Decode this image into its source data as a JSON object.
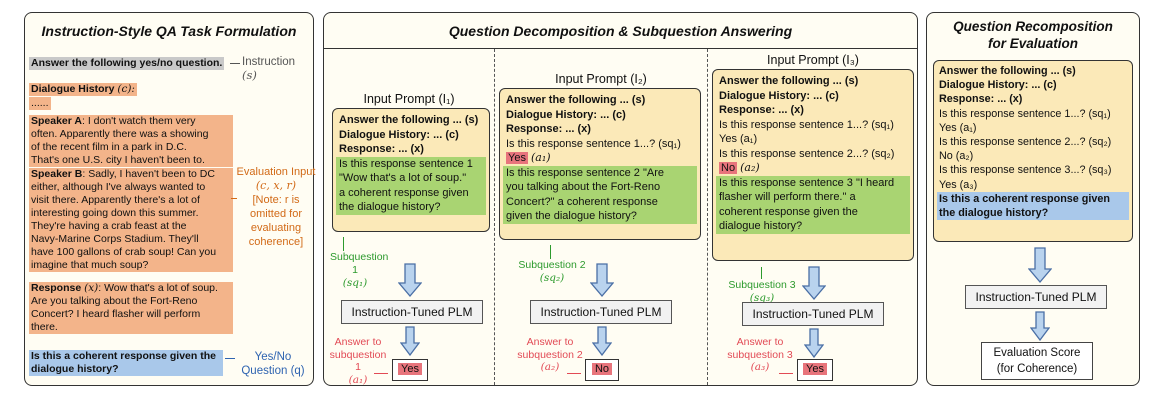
{
  "panel1": {
    "title": "Instruction-Style QA Task Formulation",
    "instruction_text": "Answer the following yes/no question.",
    "instruction_label": "Instruction",
    "instruction_symbol": "(s)",
    "dialogue_header": "Dialogue History",
    "dialogue_symbol": "(c):",
    "ellipsis": "......",
    "speaker_a_name": "Speaker A",
    "speaker_a_lines": [
      ": I don't watch them very",
      "often. Apparently there was a showing",
      "of the recent film in a park in D.C.",
      "That's one U.S. city I haven't been to."
    ],
    "speaker_b_name": "Speaker B",
    "speaker_b_lines": [
      ": Sadly, I haven't been to DC",
      "either, although I've always wanted to",
      "visit there. Apparently there's a lot of",
      "interesting going down this summer.",
      "They're having a crab feast at the",
      "Navy-Marine Corps Stadium. They'll",
      "have 100 gallons of crab soup! Can you",
      "imagine that much soup?"
    ],
    "response_name": "Response",
    "response_symbol": "(x)",
    "response_lines": [
      ": Wow that's a lot of soup.",
      "Are you talking about the Fort-Reno",
      "Concert? I heard flasher will perform",
      "there."
    ],
    "eval_input_lines": [
      "Evaluation Input",
      "(c, x, r)",
      "[Note: r is",
      "omitted for",
      "evaluating",
      "coherence]"
    ],
    "question_lines": [
      "Is this a coherent response given the",
      "dialogue history?"
    ],
    "yesno_lines": [
      "Yes/No",
      "Question (q)"
    ]
  },
  "panel2": {
    "title": "Question Decomposition & Subquestion Answering",
    "col1": {
      "prompt_title": "Input Prompt (I₁)",
      "lines": [
        "Answer the following ... (s)",
        "Dialogue History: ... (c)",
        "Response: ... (x)"
      ],
      "green_lines": [
        "Is this response sentence 1",
        "\"Wow that's a lot of soup.\"",
        "a coherent response given",
        "the dialogue history?"
      ],
      "subq_lines": [
        "Subquestion 1",
        "(sq₁)"
      ],
      "plm": "Instruction-Tuned PLM",
      "answer_lines": [
        "Answer to",
        "subquestion 1",
        "(a₁)"
      ],
      "answer": "Yes"
    },
    "col2": {
      "prompt_title": "Input Prompt (I₂)",
      "lines": [
        "Answer the following ... (s)",
        "Dialogue History: ... (c)",
        "Response: ... (x)",
        "Is this response sentence 1...? (sq₁)"
      ],
      "prev_answer": "Yes",
      "prev_symbol": "(a₁)",
      "green_lines": [
        "Is this response sentence 2 \"Are",
        "you talking about the Fort-Reno",
        "Concert?\" a coherent response",
        "given the dialogue history?"
      ],
      "subq_lines": [
        "Subquestion 2",
        "(sq₂)"
      ],
      "plm": "Instruction-Tuned PLM",
      "answer_lines": [
        "Answer to",
        "subquestion 2",
        "(a₂)"
      ],
      "answer": "No"
    },
    "col3": {
      "prompt_title": "Input Prompt (I₃)",
      "lines": [
        "Answer the following ... (s)",
        "Dialogue History: ... (c)",
        "Response: ... (x)",
        "Is this response sentence 1...? (sq₁)",
        "Yes (a₁)",
        "Is this response sentence 2...? (sq₂)"
      ],
      "prev_answer": "No",
      "prev_symbol": "(a₂)",
      "green_lines": [
        "Is this response sentence 3 \"I heard",
        "flasher will perform there.\" a",
        "coherent response given the",
        "dialogue history?"
      ],
      "subq_lines": [
        "Subquestion 3",
        "(sq₃)"
      ],
      "plm": "Instruction-Tuned PLM",
      "answer_lines": [
        "Answer to",
        "subquestion 3",
        "(a₃)"
      ],
      "answer": "Yes"
    }
  },
  "panel3": {
    "title_lines": [
      "Question Recomposition",
      "for Evaluation"
    ],
    "lines": [
      "Answer the following ... (s)",
      "Dialogue History: ... (c)",
      "Response: ... (x)",
      "Is this response sentence 1...? (sq₁)",
      "Yes (a₁)",
      "Is this response sentence 2...? (sq₂)",
      "No (a₂)",
      "Is this response sentence 3...? (sq₃)",
      "Yes (a₃)"
    ],
    "blue_lines": [
      "Is this a coherent response given",
      "the dialogue history?"
    ],
    "plm": "Instruction-Tuned PLM",
    "score_lines": [
      "Evaluation Score",
      "(for Coherence)"
    ]
  },
  "colors": {
    "instruction_bg": "#c9c9c9",
    "dialogue_bg": "#f3b48a",
    "question_bg": "#a9c8ea",
    "subquestion_bg": "#a9d472",
    "answer_bg": "#e8747c",
    "prompt_bg": "#fbe9b8"
  }
}
